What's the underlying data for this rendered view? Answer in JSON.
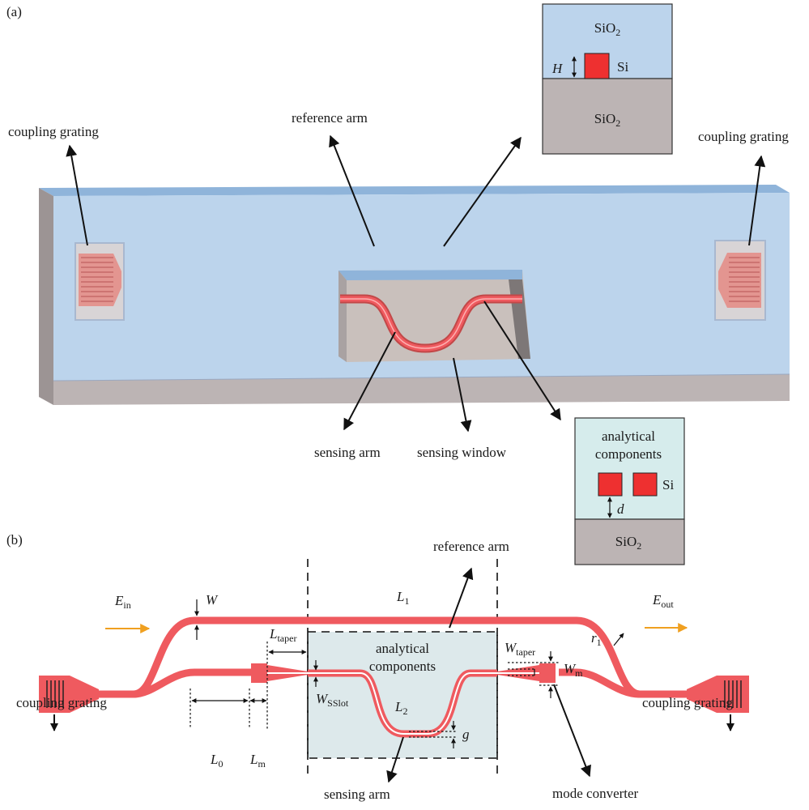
{
  "panel_a": {
    "panel_label": "(a)",
    "labels": {
      "coupling_left": "coupling grating",
      "coupling_right": "coupling grating",
      "reference_arm": "reference arm",
      "sensing_arm": "sensing arm",
      "sensing_window": "sensing window"
    },
    "inset_top": {
      "upper_material": "SiO",
      "upper_sub": "2",
      "core": "Si",
      "height_symbol": "H",
      "lower_material": "SiO",
      "lower_sub": "2"
    },
    "inset_bottom": {
      "line1": "analytical",
      "line2": "components",
      "core": "Si",
      "gap_symbol": "d",
      "lower_material": "SiO",
      "lower_sub": "2"
    }
  },
  "panel_b": {
    "panel_label": "(b)",
    "labels": {
      "reference_arm": "reference arm",
      "coupling_left": "coupling grating",
      "coupling_right": "coupling grating",
      "analytical_line1": "analytical",
      "analytical_line2": "components",
      "sensing_arm": "sensing arm",
      "mode_converter": "mode converter"
    },
    "symbols": {
      "e_in": {
        "main": "E",
        "sub": "in"
      },
      "e_out": {
        "main": "E",
        "sub": "out"
      },
      "w": {
        "main": "W",
        "sub": ""
      },
      "l1": {
        "main": "L",
        "sub": "1"
      },
      "l_taper": {
        "main": "L",
        "sub": "taper"
      },
      "w_taper": {
        "main": "W",
        "sub": "taper"
      },
      "w_m": {
        "main": "W",
        "sub": "m"
      },
      "r1": {
        "main": "r",
        "sub": "1"
      },
      "w_sslot": {
        "main": "W",
        "sub": "SSlot"
      },
      "l2": {
        "main": "L",
        "sub": "2"
      },
      "g": {
        "main": "g",
        "sub": ""
      },
      "l0": {
        "main": "L",
        "sub": "0"
      },
      "lm": {
        "main": "L",
        "sub": "m"
      }
    }
  },
  "colors": {
    "waveguide": "#ef5a5f",
    "cladding_top": "#bcd4ec",
    "substrate": "#bcb4b4",
    "window": "#dde8ea",
    "silicon": "#ee3030",
    "input_arrow": "#f0a020"
  }
}
